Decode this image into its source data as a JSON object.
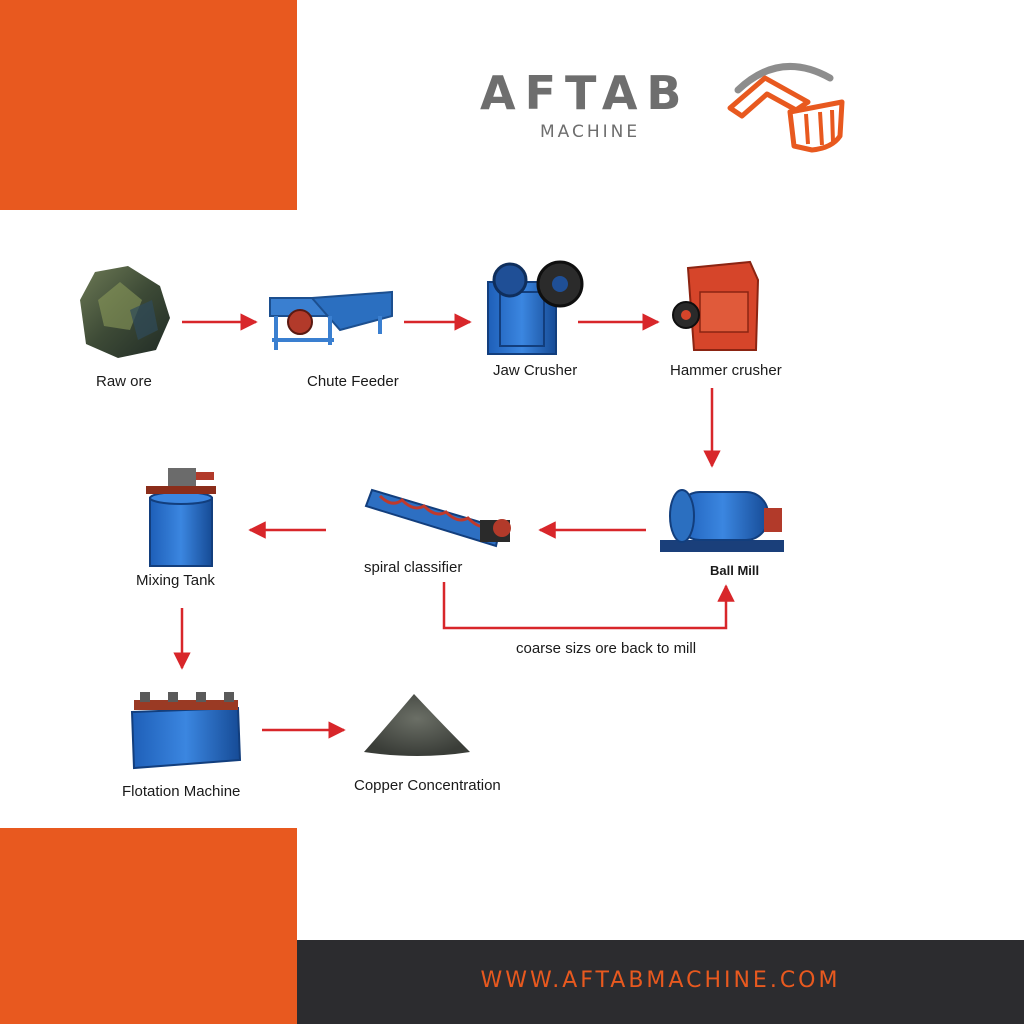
{
  "brand": {
    "name": "AFTAB",
    "subtitle": "MACHINE",
    "website": "WWW.AFTABMACHINE.COM",
    "orange": "#e8591f",
    "dark": "#2c2c2f",
    "gray": "#6e6e6e"
  },
  "steps": {
    "raw_ore": "Raw ore",
    "chute_feeder": "Chute Feeder",
    "jaw_crusher": "Jaw Crusher",
    "hammer_crusher": "Hammer crusher",
    "ball_mill": "Ball Mill",
    "spiral_classifier": "spiral classifier",
    "mixing_tank": "Mixing Tank",
    "flotation_machine": "Flotation Machine",
    "copper_concentration": "Copper Concentration"
  },
  "loop_label": "coarse sizs ore back to mill",
  "arrow_color": "#d8262a"
}
